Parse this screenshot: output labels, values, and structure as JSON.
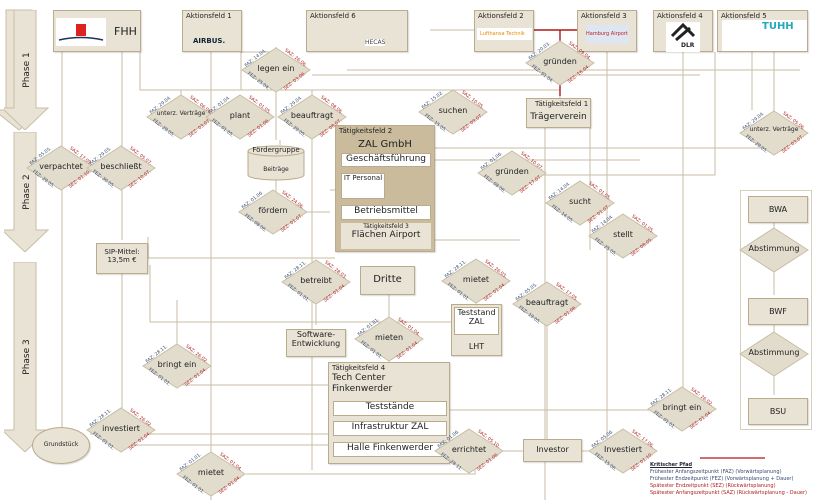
{
  "phases": [
    "Phase 1",
    "Phase 2",
    "Phase 3"
  ],
  "actors": {
    "fhh": "FHH",
    "af1": {
      "caption": "Aktionsfeld 1",
      "logo": "AIRBUS."
    },
    "af6": {
      "caption": "Aktionsfeld 6",
      "logo": "HECAS"
    },
    "af2": {
      "caption": "Aktionsfeld 2",
      "logo": "Lufthansa Technik"
    },
    "af3": {
      "caption": "Aktionsfeld 3",
      "logo": "Hamburg Airport"
    },
    "af4": {
      "caption": "Aktionsfeld 4",
      "logo": "DLR"
    },
    "af5": {
      "caption": "Aktionsfeld 5",
      "logo": "TUHH"
    }
  },
  "boxes": {
    "traeger": {
      "caption": "Tätigkeitsfeld 1",
      "title": "Trägerverein"
    },
    "zal": {
      "caption": "Tätigkeitsfeld 2",
      "title": "ZAL GmbH",
      "gf": "Geschäftsführung",
      "it": "IT Personal",
      "bm": "Betriebsmittel",
      "tf3": "Tätigkeitsfeld 3",
      "flaechen": "Flächen Airport"
    },
    "foerder": {
      "title": "Fördergruppe",
      "sub": "Beiträge"
    },
    "sip": "SIP-Mittel: 13,5m €",
    "dritte": "Dritte",
    "teststand": {
      "title": "Teststand ZAL",
      "sub": "LHT"
    },
    "software": "Software-Entwicklung",
    "tech": {
      "caption": "Tätigkeitsfeld 4",
      "title": "Tech Center Finkenwerder",
      "items": [
        "Teststände",
        "Infrastruktur ZAL",
        "Halle Finkenwerder"
      ]
    },
    "grundstueck": "Grundstück",
    "investor": "Investor",
    "bw": [
      "BWA",
      "BWF",
      "BSU"
    ]
  },
  "diamonds": [
    {
      "label": "legen ein",
      "faz": "FAZ: 14.04.",
      "saz": "SAZ: 26.06.",
      "fez": "FEZ: 25.04.",
      "sez": "SEZ: 03.06."
    },
    {
      "label": "gründen",
      "faz": "FAZ: 20.03.",
      "saz": "SAZ: 09.04.",
      "fez": "FEZ: 01.04.",
      "sez": "SEZ: 16.04."
    },
    {
      "label": "unterz. Verträge",
      "faz": "FAZ: 29.04.",
      "saz": "SAZ: 06.06.",
      "fez": "FEZ: 29.05.",
      "sez": "SEZ: 03.07."
    },
    {
      "label": "plant",
      "faz": "FAZ: 01.04.",
      "saz": "SAZ: 01.05.",
      "fez": "FEZ: 01.05.",
      "sez": "SEZ: 01.06."
    },
    {
      "label": "beauftragt",
      "faz": "FAZ: 29.04.",
      "saz": "SAZ: 08.06.",
      "fez": "FEZ: 29.05.",
      "sez": "SEZ: 08.07."
    },
    {
      "label": "suchen",
      "faz": "FAZ: 15.02.",
      "saz": "SAZ: 10.05.",
      "fez": "FEZ: 15.05.",
      "sez": "SEZ: 09.07."
    },
    {
      "label": "unterz. Verträge",
      "faz": "FAZ: 29.04.",
      "saz": "SAZ: 05.06.",
      "fez": "FEZ: 29.05.",
      "sez": "SEZ: 03.07."
    },
    {
      "label": "verpachtet",
      "faz": "FAZ: 05.05.",
      "saz": "SAZ: 17.09.",
      "fez": "FEZ: 29.05.",
      "sez": "SEZ: 01.10."
    },
    {
      "label": "beschließt",
      "faz": "FAZ: 29.05.",
      "saz": "SAZ: 05.07.",
      "fez": "FEZ: 30.05.",
      "sez": "SEZ: 10.07."
    },
    {
      "label": "gründen",
      "faz": "FAZ: 01.06.",
      "saz": "SAZ: 10.07.",
      "fez": "FEZ: 08.06.",
      "sez": "SEZ: 17.07."
    },
    {
      "label": "sucht",
      "faz": "FAZ: 14.04.",
      "saz": "SAZ: 01.05.",
      "fez": "FEZ: 14.05.",
      "sez": "SEZ: 01.07."
    },
    {
      "label": "fördern",
      "faz": "FAZ: 01.06.",
      "saz": "SAZ: 24.06.",
      "fez": "FEZ: 08.06.",
      "sez": "SEZ: 01.07."
    },
    {
      "label": "stellt",
      "faz": "FAZ: 14.04.",
      "saz": "SAZ: 01.05.",
      "fez": "FEZ: 25.05.",
      "sez": "SEZ: 08.05."
    },
    {
      "label": "betreibt",
      "faz": "FAZ: 28.11.",
      "saz": "SAZ: 28.03.",
      "fez": "FEZ: 01.01.",
      "sez": "SEZ: 01.04."
    },
    {
      "label": "mietet",
      "faz": "FAZ: 28.11.",
      "saz": "SAZ: 26.03.",
      "fez": "FEZ: 01.01.",
      "sez": "SEZ: 01.04."
    },
    {
      "label": "beauftragt",
      "faz": "FAZ: 05.05.",
      "saz": "SAZ: 17.05.",
      "fez": "FEZ: 19.05.",
      "sez": "SEZ: 01.06."
    },
    {
      "label": "mieten",
      "faz": "FAZ: 01.01.",
      "saz": "SAZ: 01.04.",
      "fez": "FEZ: 01.01.",
      "sez": "SEZ: 01.04."
    },
    {
      "label": "bringt ein",
      "faz": "FAZ: 28.11.",
      "saz": "SAZ: 26.02.",
      "fez": "FEZ: 01.01.",
      "sez": "SEZ: 01.04."
    },
    {
      "label": "bringt ein",
      "faz": "FAZ: 28.11.",
      "saz": "SAZ: 26.02.",
      "fez": "FEZ: 01.01.",
      "sez": "SEZ: 01.04."
    },
    {
      "label": "investiert",
      "faz": "FAZ: 28.11.",
      "saz": "SAZ: 26.02.",
      "fez": "FEZ: 01.01.",
      "sez": "SEZ: 01.04."
    },
    {
      "label": "errichtet",
      "faz": "FAZ: 01.06.",
      "saz": "SAZ: 05.10.",
      "fez": "FEZ: 28.11.",
      "sez": "SEZ: 01.06."
    },
    {
      "label": "Investiert",
      "faz": "FAZ: 05.06.",
      "saz": "SAZ: 17.06.",
      "fez": "FEZ: 15.06.",
      "sez": "SEZ: 01.10."
    },
    {
      "label": "mietet",
      "faz": "FAZ: 01.01.",
      "saz": "SAZ: 01.04.",
      "fez": "FEZ: 01.01.",
      "sez": "SEZ: 01.04."
    },
    {
      "label": "Abstimmung"
    },
    {
      "label": "Abstimmung"
    }
  ],
  "legend": {
    "title": "Kritischer Pfad",
    "lines": [
      "Frühester Anfangszeitpunkt (FAZ) (Vorwärtsplanung)",
      "Frühester Endzeitpunkt (FEZ) (Vorwärtsplanung + Dauer)",
      "Spätester Endzeitpunkt (SEZ) (Rückwärtsplanung)",
      "Spätester Anfangszeitpunkt (SAZ) (Rückwärtsplanung - Dauer)"
    ],
    "critical_color": "#b01818"
  },
  "colors": {
    "fill": "#e9e3d5",
    "border": "#b9ab8b",
    "line": "#c9bea6",
    "zal": "#c9bb9c"
  }
}
